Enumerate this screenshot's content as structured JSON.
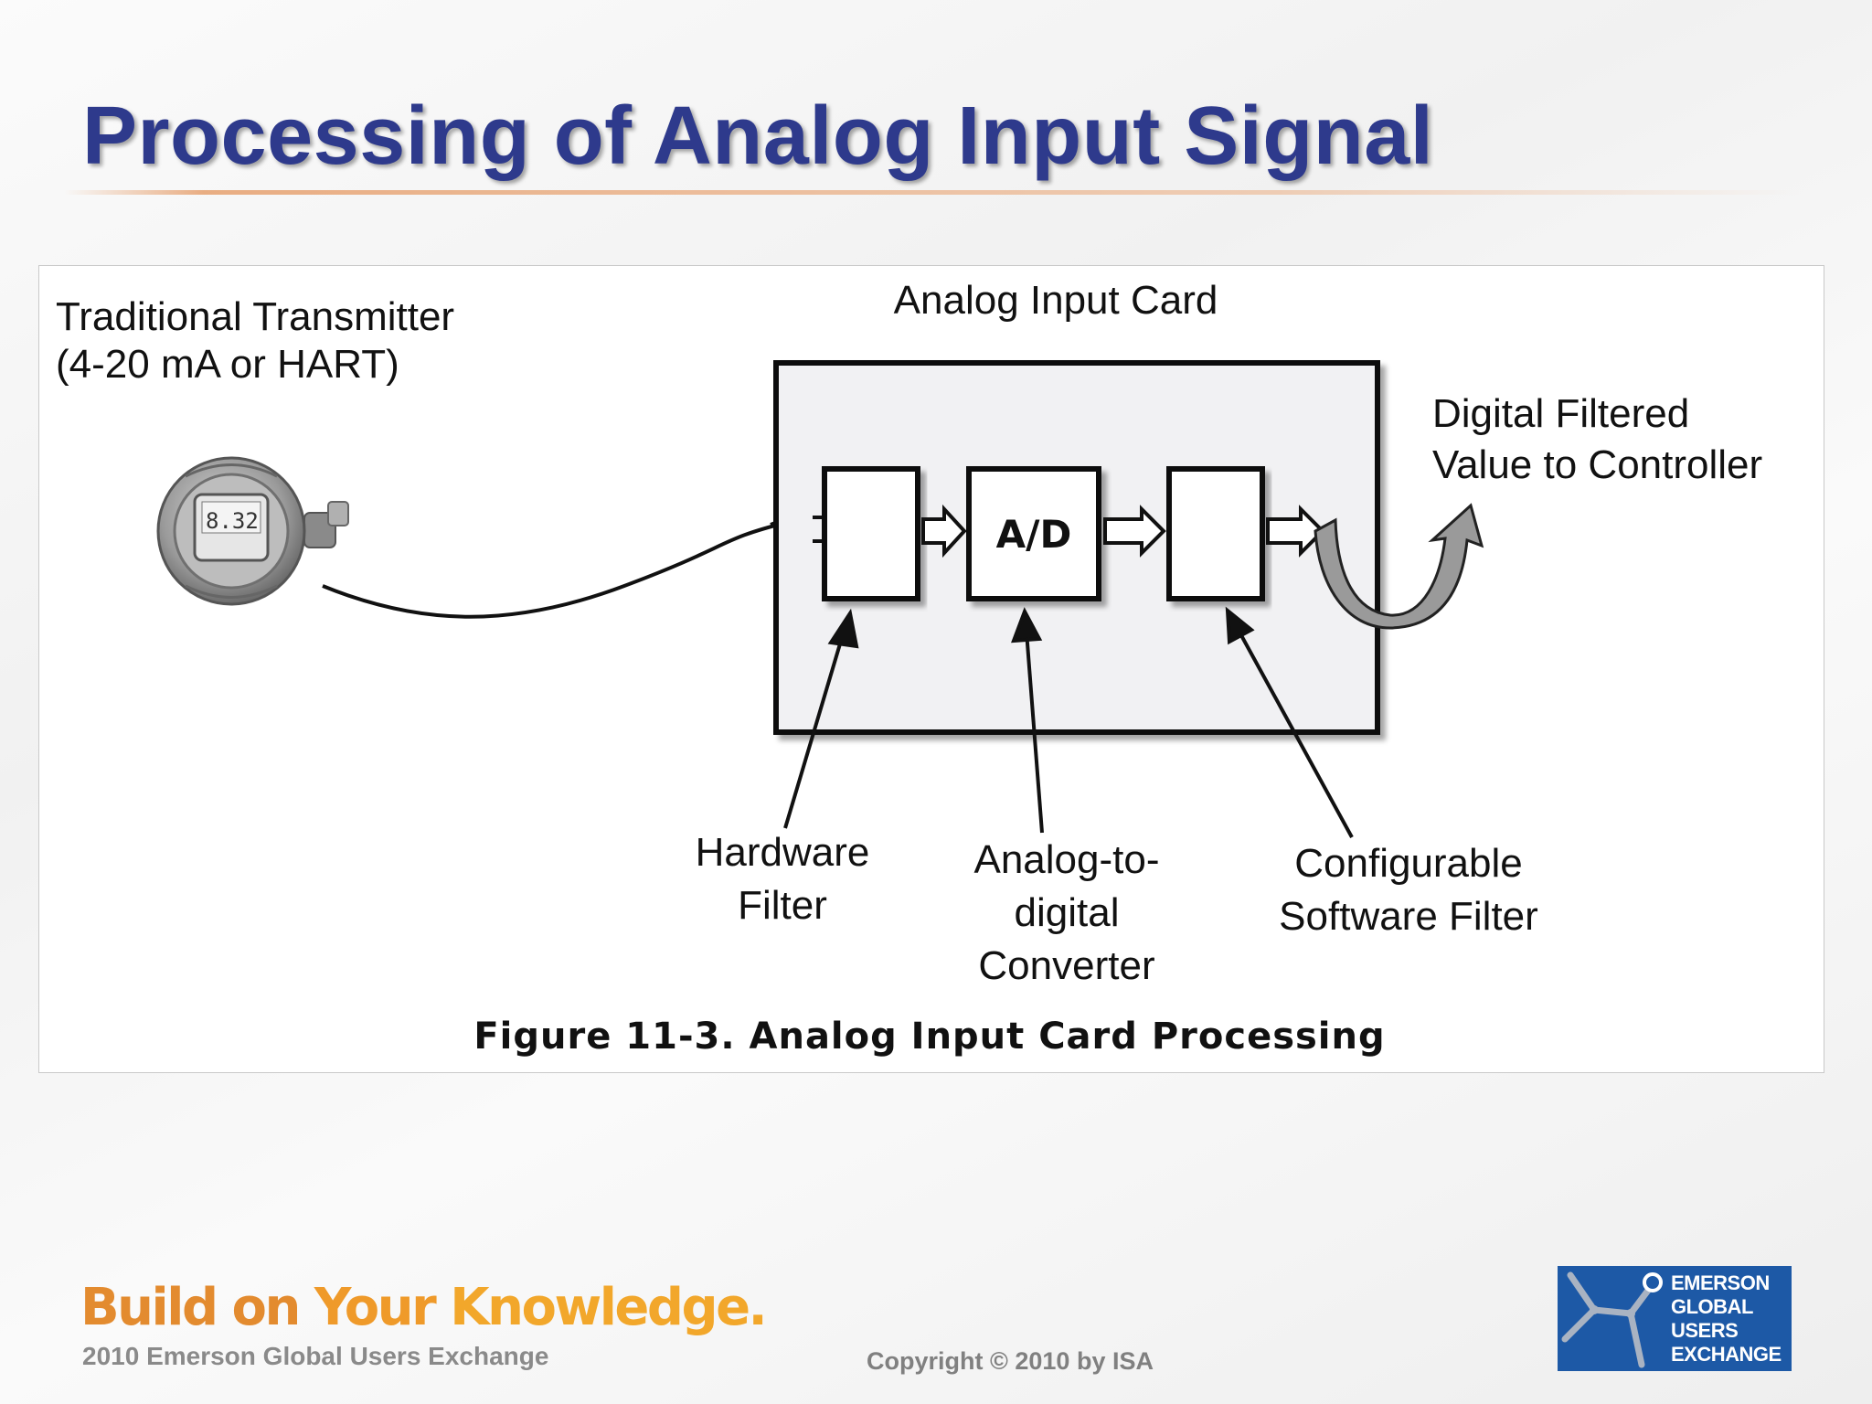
{
  "slide": {
    "title": "Processing of Analog Input Signal"
  },
  "diagram": {
    "transmitter_label_line1": "Traditional Transmitter",
    "transmitter_label_line2": "(4-20 mA or HART)",
    "transmitter_display": "8.32",
    "card_label": "Analog Input Card",
    "ad_block_label": "A/D",
    "output_label_line1": "Digital Filtered",
    "output_label_line2": "Value to Controller",
    "hardware_filter_line1": "Hardware",
    "hardware_filter_line2": "Filter",
    "adc_line1": "Analog-to-",
    "adc_line2": "digital",
    "adc_line3": "Converter",
    "software_filter_line1": "Configurable",
    "software_filter_line2": "Software Filter",
    "caption": "Figure 11-3. Analog Input Card Processing"
  },
  "footer": {
    "tagline_build": "Build on",
    "tagline_your": "Your",
    "tagline_knowledge": "Knowledge.",
    "subtitle": "2010 Emerson Global Users Exchange",
    "copyright": "Copyright © 2010 by ISA",
    "logo_line1": "EMERSON",
    "logo_line2": "GLOBAL",
    "logo_line3": "USERS",
    "logo_line4": "EXCHANGE"
  },
  "colors": {
    "title": "#2e3a8c",
    "tagline_orange": "#ef9a2a",
    "logo_blue": "#1d59a6"
  }
}
